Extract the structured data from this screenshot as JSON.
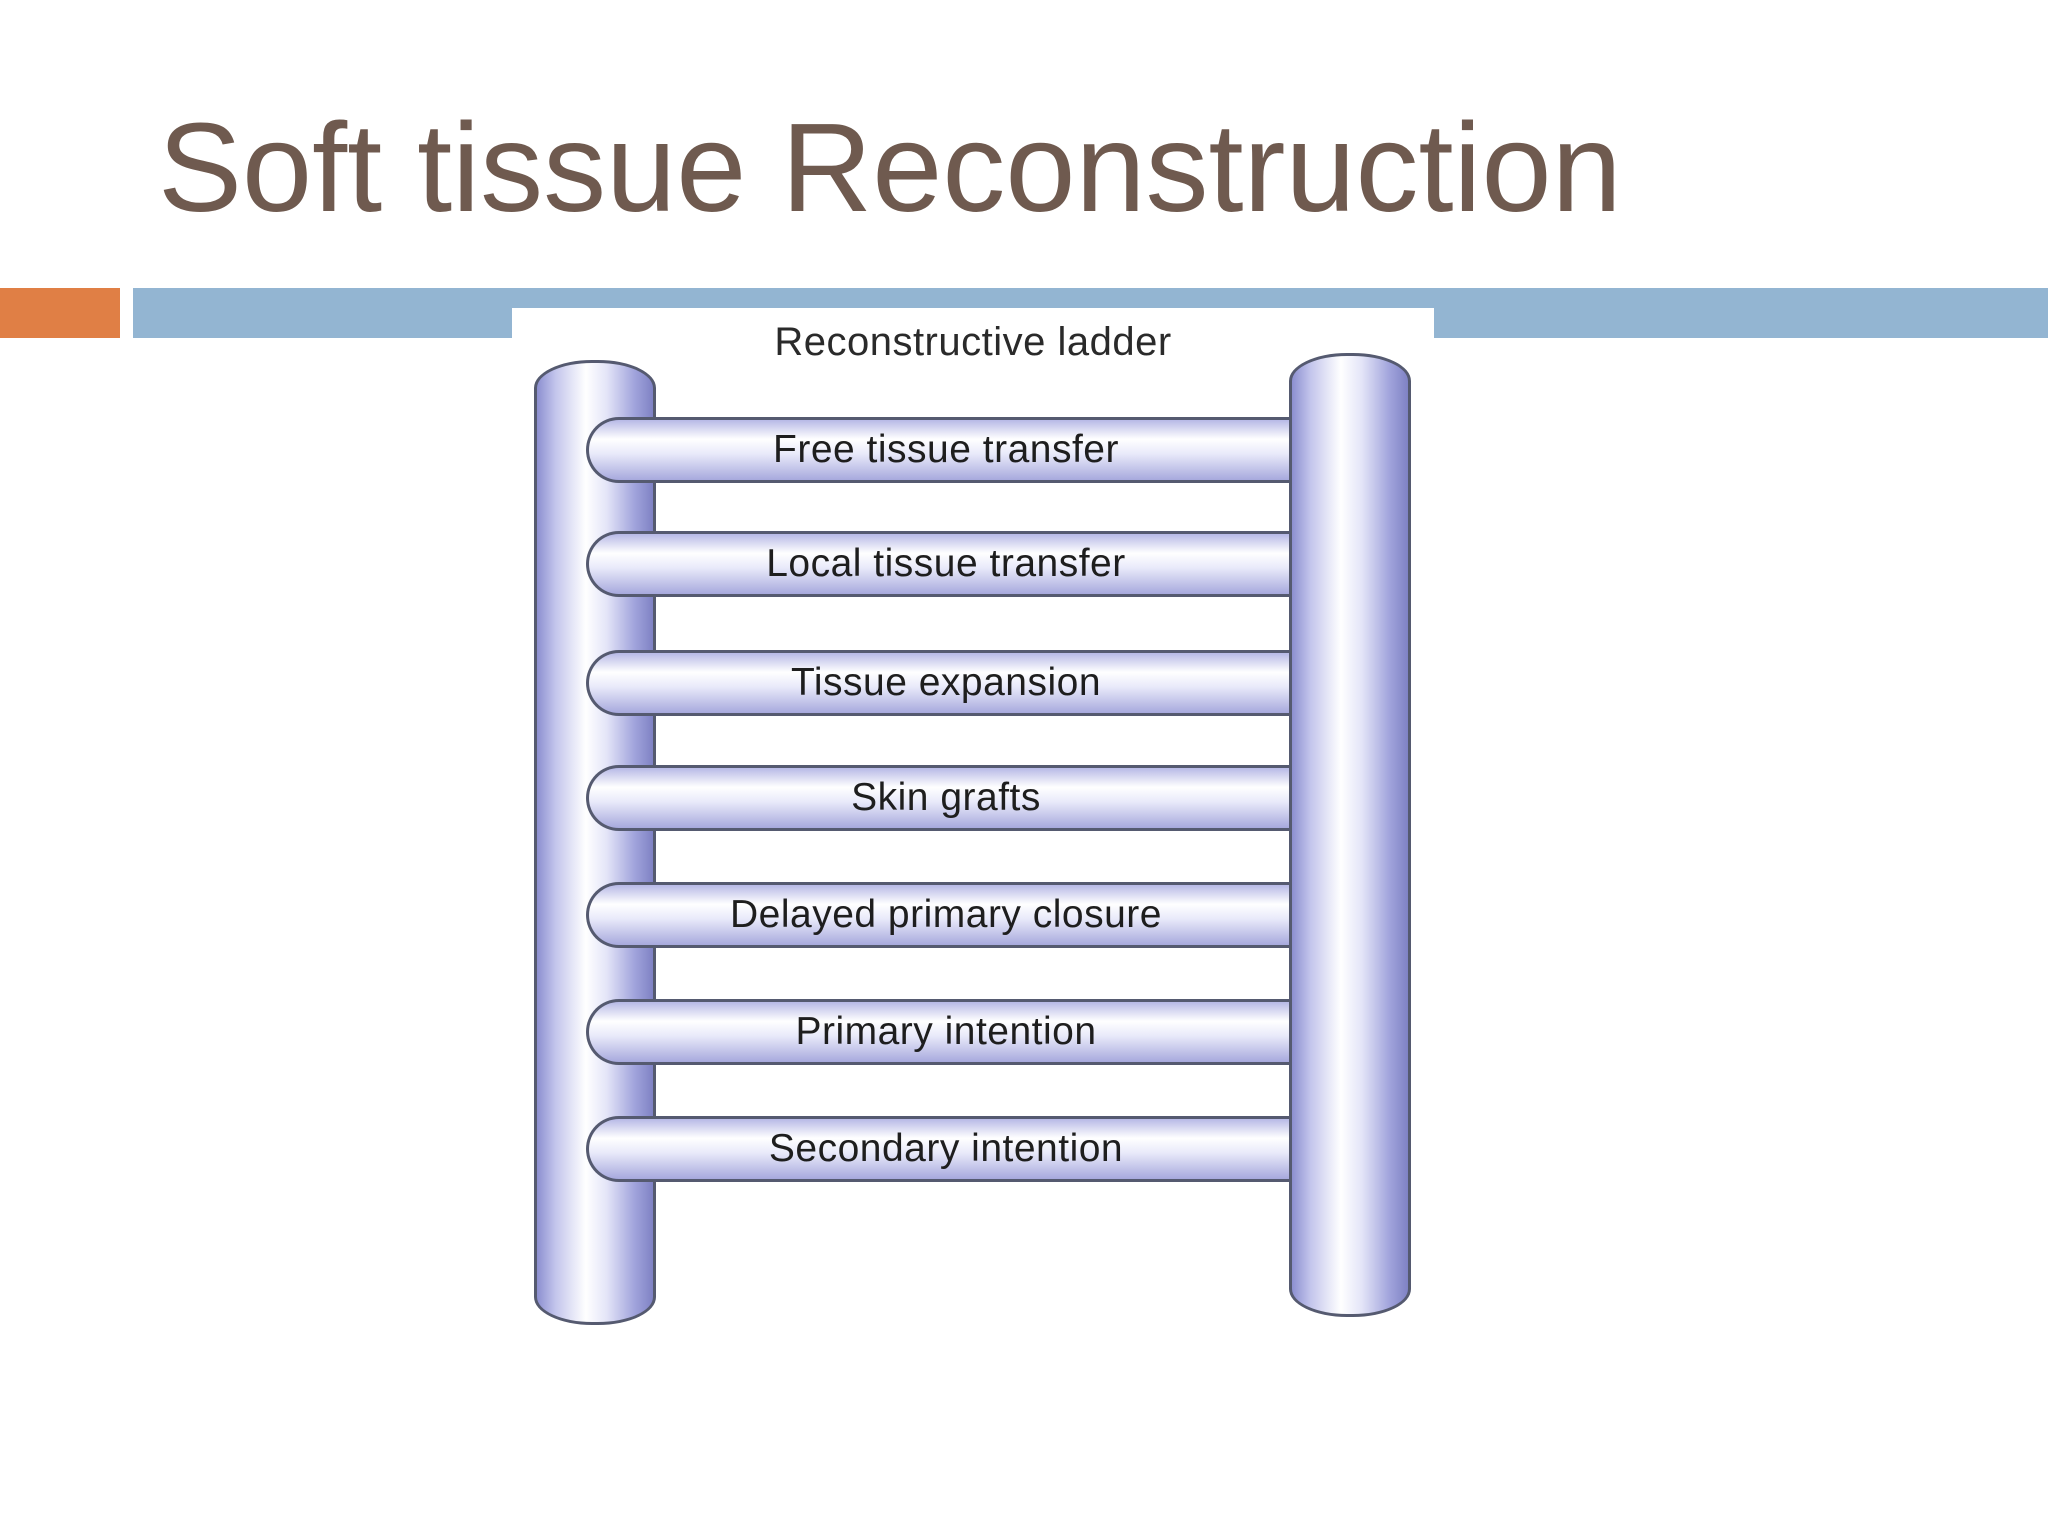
{
  "slide": {
    "title": "Soft tissue Reconstruction"
  },
  "colors": {
    "title_text": "#6f5a4f",
    "accent_orange": "#e07f45",
    "accent_blue": "#93b5d2",
    "ladder_blue": "#a1a4dc"
  },
  "diagram": {
    "title": "Reconstructive ladder",
    "rungs": [
      {
        "label": "Free tissue transfer"
      },
      {
        "label": "Local tissue transfer"
      },
      {
        "label": "Tissue expansion"
      },
      {
        "label": "Skin grafts"
      },
      {
        "label": "Delayed primary closure"
      },
      {
        "label": "Primary intention"
      },
      {
        "label": "Secondary intention"
      }
    ]
  }
}
